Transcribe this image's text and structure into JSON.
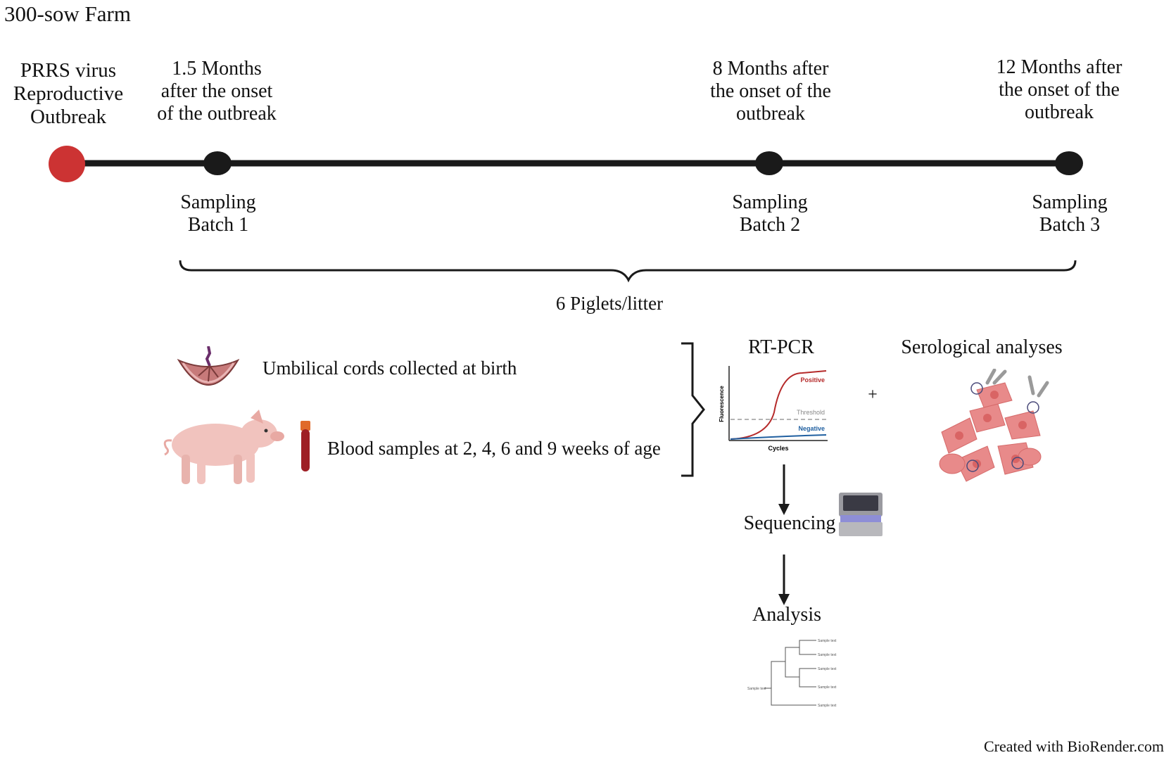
{
  "title": "300-sow Farm",
  "timeline": {
    "outbreak_label": [
      "PRRS virus",
      "Reproductive",
      "Outbreak"
    ],
    "points": [
      {
        "above": [
          "1.5 Months",
          "after the onset",
          "of the outbreak"
        ],
        "below": [
          "Sampling",
          "Batch 1"
        ]
      },
      {
        "above": [
          "8 Months after",
          "the onset of the",
          "outbreak"
        ],
        "below": [
          "Sampling",
          "Batch 2"
        ]
      },
      {
        "above": [
          "12 Months after",
          "the onset of the",
          "outbreak"
        ],
        "below": [
          "Sampling",
          "Batch 3"
        ]
      }
    ],
    "brace_label": "6 Piglets/litter"
  },
  "samples": {
    "umbilical": "Umbilical cords collected at birth",
    "blood": "Blood samples at 2, 4, 6 and 9 weeks of age"
  },
  "rtpcr": {
    "title": "RT-PCR",
    "y_axis": "Fluorescence",
    "x_axis": "Cycles",
    "positive": "Positive",
    "threshold": "Threshold",
    "negative": "Negative"
  },
  "plus": "+",
  "serology": {
    "title": "Serological analyses"
  },
  "sequencing": "Sequencing",
  "analysis": "Analysis",
  "tree": {
    "root_label": "Sample text",
    "leaf_labels": [
      "Sample text",
      "Sample text",
      "Sample text",
      "Sample text",
      "Sample text"
    ]
  },
  "footer": "Created with BioRender.com",
  "colors": {
    "outbreak_dot": "#cc3333",
    "timeline": "#1a1a1a",
    "positive": "#b52a2a",
    "negative": "#1f5fa0",
    "cells": "#e88a8a"
  }
}
